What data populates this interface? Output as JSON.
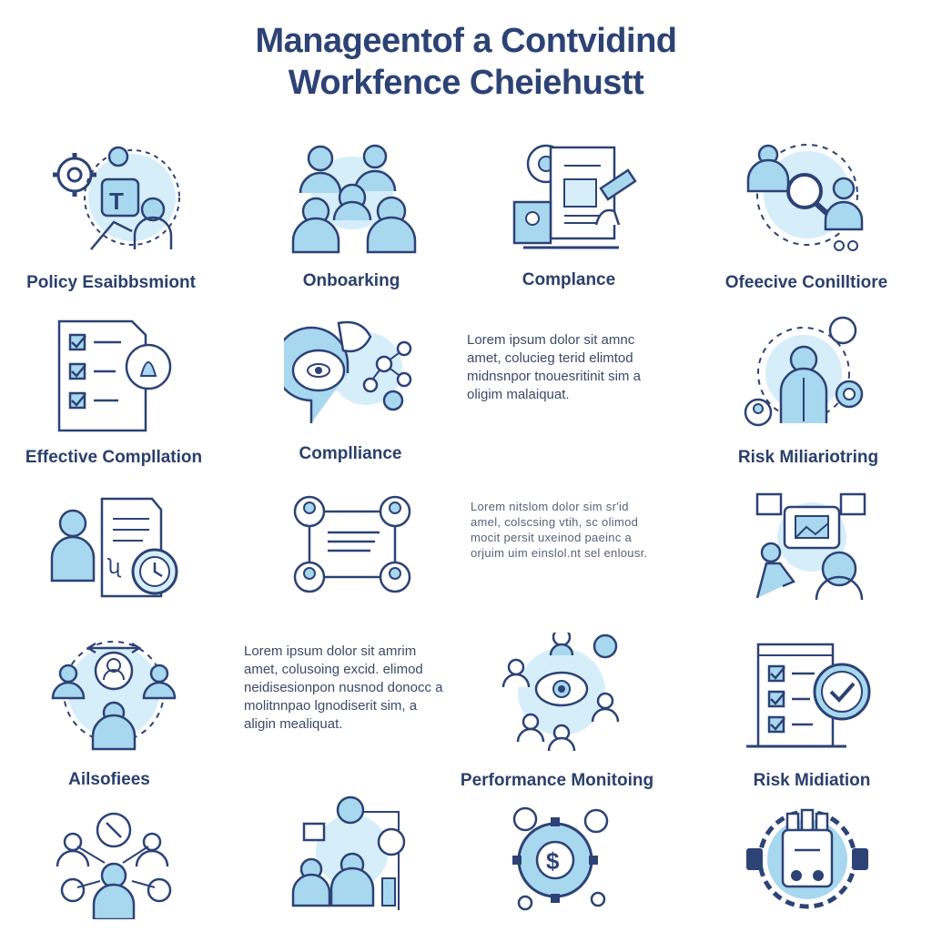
{
  "title": {
    "line1": "Manageentof a Contvidind",
    "line2": "Workfence Cheiehustt"
  },
  "palette": {
    "navy": "#2d4275",
    "blue": "#3a6ea5",
    "light_blue": "#a8d8f0",
    "pale": "#d6eefa"
  },
  "labels": {
    "policy": "Policy Esaibbsmiont",
    "onboarking": "Onboarking",
    "compliance": "Complance",
    "ofeecive": "Ofeecive Conilltiore",
    "effective": "Effective Compllation",
    "complliance": "Complliance",
    "risk_monitoring": "Risk Miliariotring",
    "ailsofiees": "Ailsofiees",
    "performance": "Performance Monitoing",
    "risk_mitigation": "Risk Midiation"
  },
  "paragraphs": {
    "p1": [
      "Lorem ipsum dolor sit amnc",
      "amet, colucieg terid elimtod",
      "midnsnpor tnouesritinit sim a",
      "oligim malaiquat."
    ],
    "p2": [
      "Lorem  nitslom dolor sim sr'id",
      "amel, colscsing vtih, sc olimod",
      "mocit persit uxeinod paeinc a",
      "orjuim uim einslol.nt sel enlousr."
    ],
    "p3": [
      "Lorem ipsum dolor sit amrim",
      "amet, colusoing excid. elimod",
      "neidisesionpon nusnod donocc a",
      "molitnnpao lgnodiserit sim, a",
      "aligin mealiquat."
    ]
  },
  "icons": [
    "gears-team-icon",
    "team-meeting-icon",
    "compliance-document-icon",
    "magnifier-people-icon",
    "checklist-document-icon",
    "head-eye-icon",
    "leader-network-icon",
    "person-clock-document-icon",
    "network-people-icon",
    "presentation-team-icon",
    "team-circle-icon",
    "eye-gear-people-icon",
    "checklist-screen-icon",
    "team-conflict-icon",
    "hierarchy-team-icon",
    "gear-dollar-icon",
    "robot-gear-icon"
  ]
}
